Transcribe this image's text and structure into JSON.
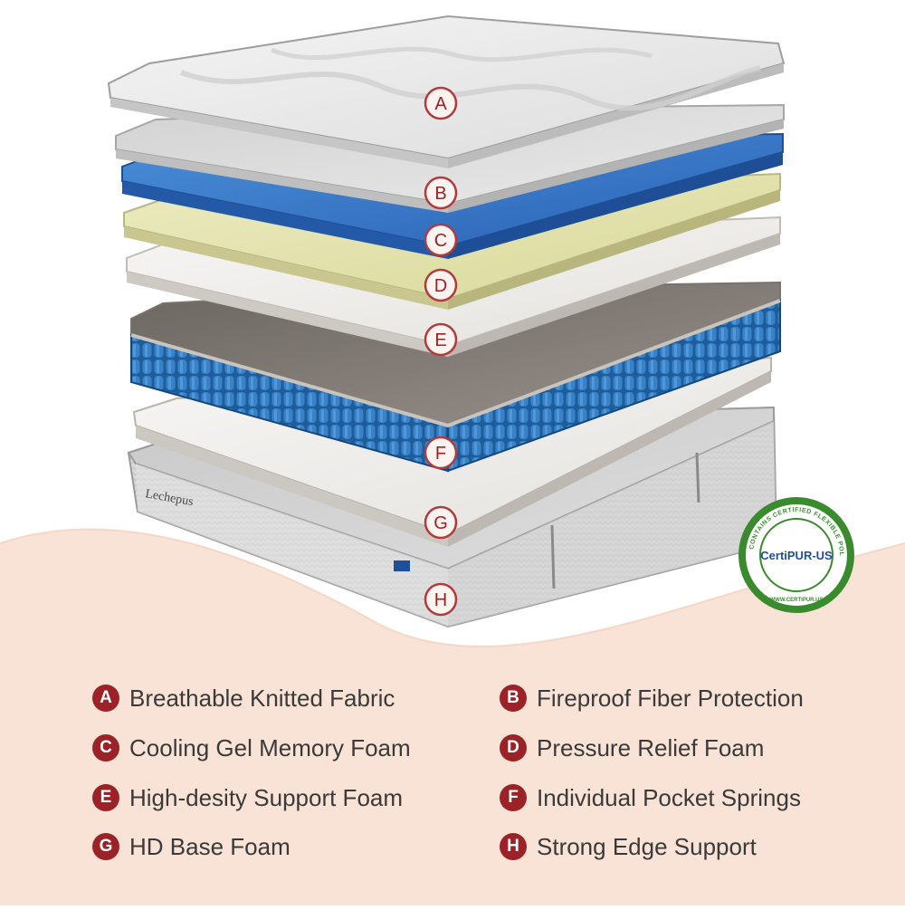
{
  "colors": {
    "badge": "#9b2226",
    "badge_stroke": "#b23a3a",
    "text": "#3a3a3a",
    "background_peach": "#f9e3d6",
    "spring_blue": "#1f5f9e",
    "gel_blue": "#2f6fbf",
    "memory_foam_yellow": "#e7e3b4",
    "certipur_green": "#3a8a2e"
  },
  "brand_label": "Lechepus",
  "markers": [
    {
      "letter": "A",
      "name": "marker-a"
    },
    {
      "letter": "B",
      "name": "marker-b"
    },
    {
      "letter": "C",
      "name": "marker-c"
    },
    {
      "letter": "D",
      "name": "marker-d"
    },
    {
      "letter": "E",
      "name": "marker-e"
    },
    {
      "letter": "F",
      "name": "marker-f"
    },
    {
      "letter": "G",
      "name": "marker-g"
    },
    {
      "letter": "H",
      "name": "marker-h"
    }
  ],
  "legend": [
    {
      "letter": "A",
      "label": "Breathable Knitted Fabric"
    },
    {
      "letter": "B",
      "label": "Fireproof Fiber Protection"
    },
    {
      "letter": "C",
      "label": "Cooling Gel Memory Foam"
    },
    {
      "letter": "D",
      "label": "Pressure Relief Foam"
    },
    {
      "letter": "E",
      "label": "High-desity Support Foam"
    },
    {
      "letter": "F",
      "label": "Individual Pocket Springs"
    },
    {
      "letter": "G",
      "label": "HD Base Foam"
    },
    {
      "letter": "H",
      "label": "Strong Edge Support"
    }
  ],
  "certipur": {
    "logo_text": "CertiPUR-US",
    "ring_text": "CONTAINS CERTIFIED FLEXIBLE POLYURETHANE FOAM",
    "url_text": "WWW.CERTIPUR.US"
  }
}
